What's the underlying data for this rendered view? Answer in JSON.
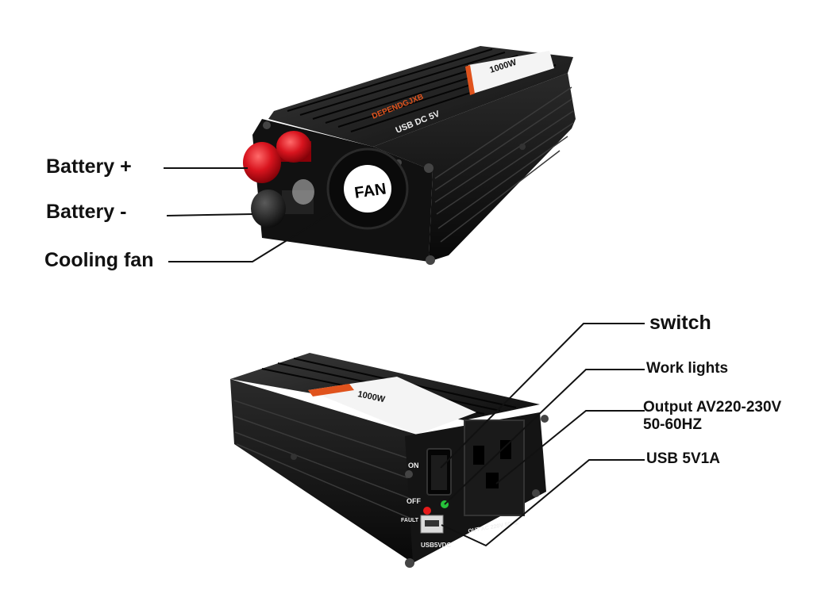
{
  "product": {
    "brand_label": "DEPENDGJXB",
    "usb_label": "USB DC 5V",
    "power_rating": "1000W",
    "fan_label": "FAN",
    "switch_on": "ON",
    "switch_off": "OFF",
    "fault_power": "FAULT POWER",
    "usb_port_label": "USB5VDC",
    "outlet_label": "OUT AC 220V 50HZ"
  },
  "callouts": {
    "battery_plus": "Battery +",
    "battery_minus": "Battery -",
    "cooling_fan": "Cooling fan",
    "switch": "switch",
    "work_lights": "Work lights",
    "output_line1": "Output AV220-230V",
    "output_line2": "50-60HZ",
    "usb": "USB 5V1A"
  },
  "colors": {
    "body": "#151515",
    "battery_plus": "#d8141e",
    "battery_minus": "#1c1c1c",
    "label_sticker": "#f4f4f4",
    "led_red": "#e61a1a",
    "led_green": "#27c23a",
    "text_orange": "#e0531d"
  }
}
